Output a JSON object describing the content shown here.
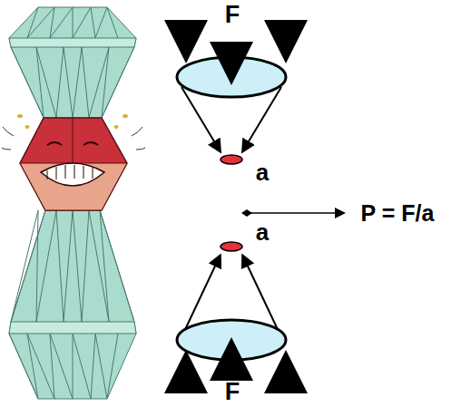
{
  "diagram": {
    "labels": [
      "F",
      "a",
      "P = F/a",
      "a",
      "F"
    ]
  }
}
